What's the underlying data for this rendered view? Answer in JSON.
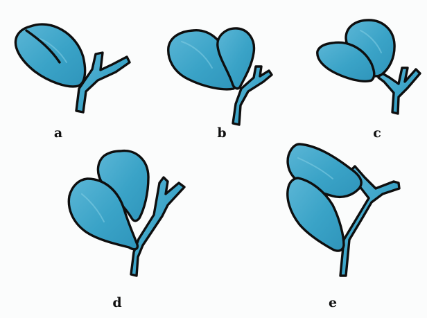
{
  "figure": {
    "background": "#fbfcfc",
    "fill_color": "#3aa3c7",
    "fill_highlight": "#6cc0dc",
    "outline_color": "#0e0e0e",
    "panels": [
      {
        "id": "a",
        "label": "a"
      },
      {
        "id": "b",
        "label": "b"
      },
      {
        "id": "c",
        "label": "c"
      },
      {
        "id": "d",
        "label": "d"
      },
      {
        "id": "e",
        "label": "e"
      }
    ]
  }
}
